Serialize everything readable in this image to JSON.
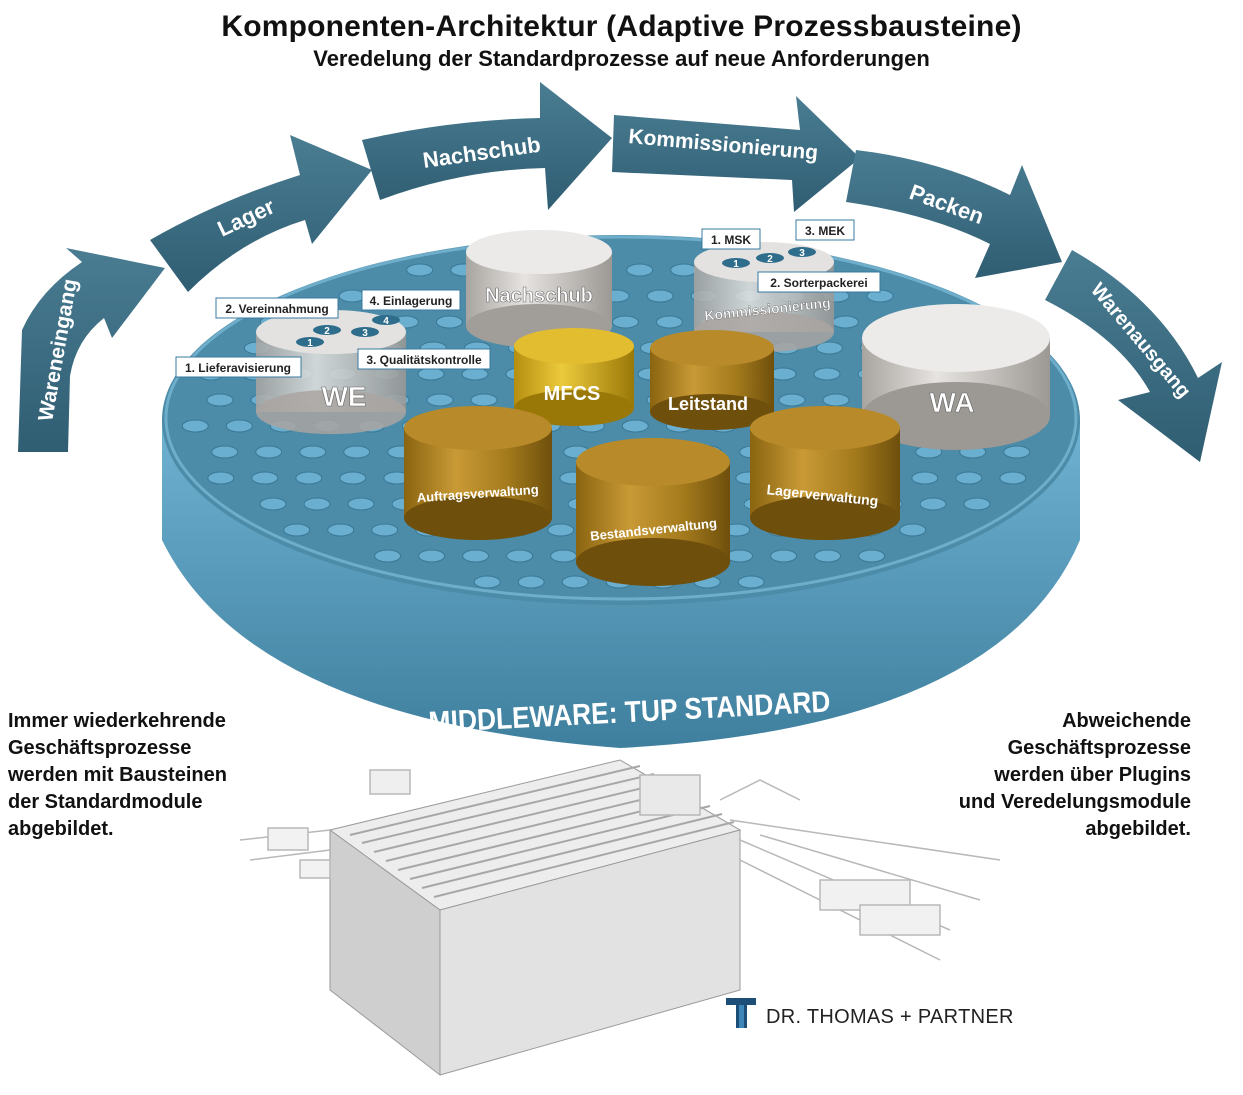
{
  "title": "Komponenten-Architektur (Adaptive Prozessbausteine)",
  "subtitle": "Veredelung der Standardprozesse auf neue Anforderungen",
  "process_arrows": [
    "Wareneingang",
    "Lager",
    "Nachschub",
    "Kommissionierung",
    "Packen",
    "Warenausgang"
  ],
  "platform_label": "MIDDLEWARE: TUP STANDARD",
  "modules": {
    "we": "WE",
    "nachschub": "Nachschub",
    "kommissionierung": "Kommissionierung",
    "wa": "WA",
    "mfcs": "MFCS",
    "leitstand": "Leitstand",
    "auftragsverwaltung": "Auftragsverwaltung",
    "bestandsverwaltung": "Bestandsverwaltung",
    "lagerverwaltung": "Lagerverwaltung"
  },
  "we_steps": {
    "s1": "1. Lieferavisierung",
    "s2": "2. Vereinnahmung",
    "s3": "3. Qualitätskontrolle",
    "s4": "4. Einlagerung",
    "n1": "1",
    "n2": "2",
    "n3": "3",
    "n4": "4"
  },
  "kom_steps": {
    "s1": "1. MSK",
    "s2": "2. Sorterpackerei",
    "s3": "3. MEK",
    "n1": "1",
    "n2": "2",
    "n3": "3"
  },
  "note_left": [
    "Immer wiederkehrende",
    "Geschäftsprozesse",
    "werden mit Bausteinen",
    "der Standardmodule",
    "abgebildet."
  ],
  "note_right": [
    "Abweichende",
    "Geschäftsprozesse",
    "werden über Plugins",
    "und Veredelungsmodule",
    "abgebildet."
  ],
  "logo_text": "DR. THOMAS + PARTNER",
  "colors": {
    "arrow": "#3a6a80",
    "platform_top": "#4f90aa",
    "platform_side": "#5aa0c2",
    "gold": "#b58a26",
    "yellow": "#d8b227",
    "grey": "#d6d3d0",
    "callout_border": "#3a78a0"
  }
}
